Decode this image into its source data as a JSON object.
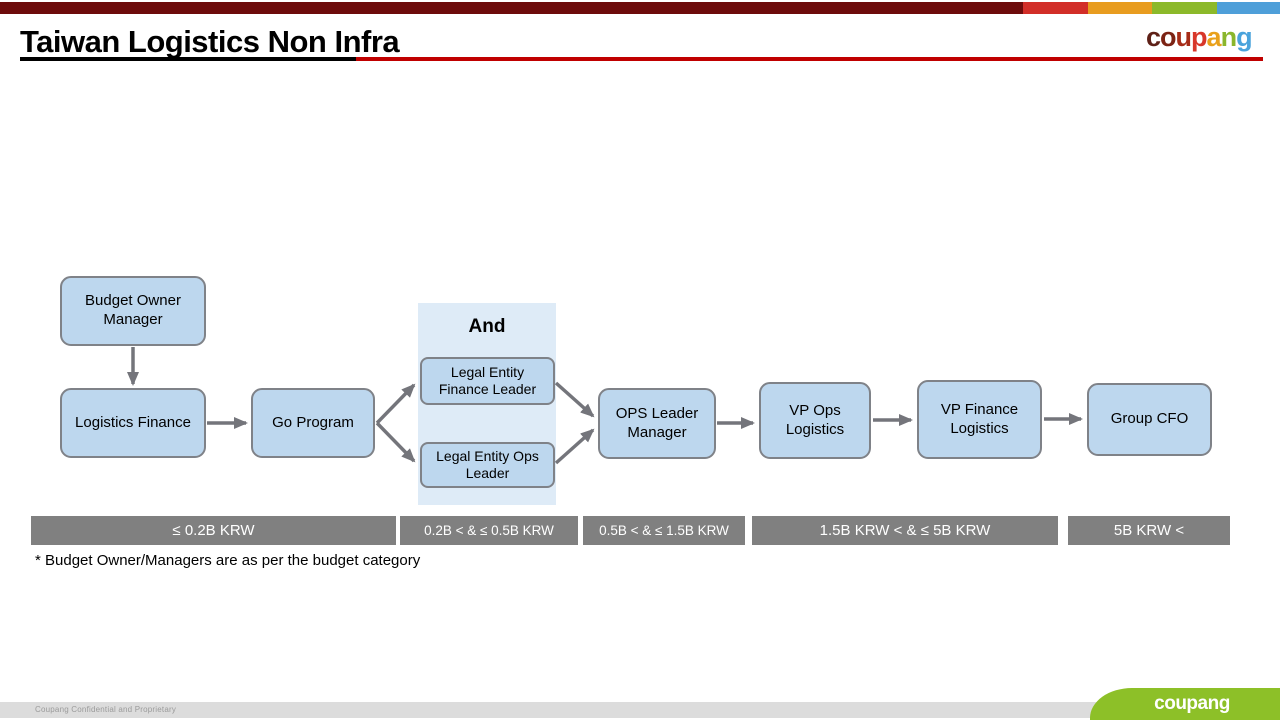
{
  "slide": {
    "title": "Taiwan Logistics Non Infra",
    "footnote": "* Budget Owner/Managers are as per the budget category"
  },
  "brand": {
    "header_logo_letters": [
      {
        "ch": "c",
        "color": "#5E2017"
      },
      {
        "ch": "o",
        "color": "#7C2314"
      },
      {
        "ch": "u",
        "color": "#A62C17"
      },
      {
        "ch": "p",
        "color": "#D8372A"
      },
      {
        "ch": "a",
        "color": "#E9A11B"
      },
      {
        "ch": "n",
        "color": "#8AB62C"
      },
      {
        "ch": "g",
        "color": "#4AA3DC"
      }
    ],
    "footer_logo": "coupang"
  },
  "flowchart": {
    "and_label": "And",
    "nodes": {
      "budget_owner": "Budget Owner Manager",
      "logistics_finance": "Logistics Finance",
      "go_program": "Go Program",
      "le_finance": "Legal Entity Finance Leader",
      "le_ops": "Legal Entity Ops Leader",
      "ops_leader": "OPS Leader Manager",
      "vp_ops": "VP Ops Logistics",
      "vp_finance": "VP Finance Logistics",
      "group_cfo": "Group CFO"
    }
  },
  "budget_bands": {
    "items": [
      {
        "label": "≤ 0.2B KRW"
      },
      {
        "label": "0.2B  < & ≤ 0.5B KRW"
      },
      {
        "label": "0.5B  < & ≤ 1.5B KRW"
      },
      {
        "label": "1.5B KRW < & ≤ 5B KRW"
      },
      {
        "label": "5B KRW <"
      }
    ]
  },
  "footer": {
    "confidential": "Coupang Confidential and Proprietary"
  },
  "colors": {
    "topbar_maroon": "#6D0B0B",
    "topbar_red": "#D22E28",
    "topbar_orange": "#E89C1F",
    "topbar_green": "#8CB92A",
    "topbar_blue": "#4E9FD9",
    "title_rule_black": "#000000",
    "title_rule_red": "#C00000",
    "node_fill": "#BDD7EE",
    "node_border": "#7F8288",
    "and_panel_fill": "#DEEBF7",
    "arrow_gray": "#74757B",
    "band_gray": "#808080",
    "footer_green": "#8DC028",
    "footer_strip_gray": "#DCDCDC"
  }
}
